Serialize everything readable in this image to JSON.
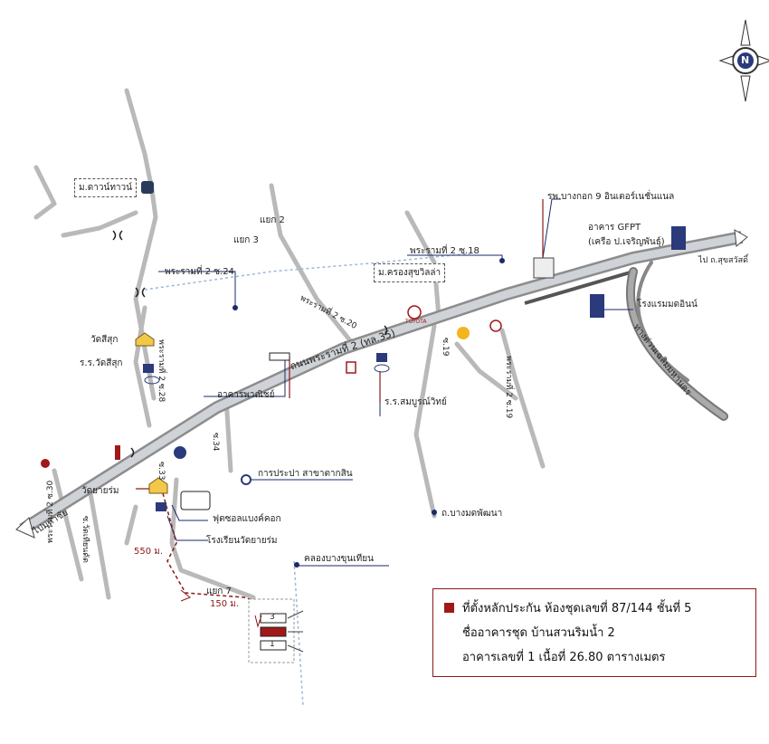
{
  "compass": {
    "letter": "N"
  },
  "roads": {
    "main": "ถนนพระรามที่ 2 (ทล.35)",
    "to_left": "ไปมหาชัย",
    "to_right": "ไป ถ.สุขสวัสดิ์",
    "expressway": "ทางด่วนเฉลิมมหานคร",
    "soi_3": "แยก 3",
    "soi_2": "แยก 2",
    "soi_7": "แยก 7",
    "soi_24": "พระรามที่ 2 ซ.24",
    "soi_18": "พระรามที่ 2 ซ.18",
    "soi_20": "พระรามที่ 2 ซ.20",
    "soi_30": "พระรามที่ 2 ซ.30",
    "soi_28_left": "พระรามที่ 2 ซ.28",
    "soi_33": "ซ.33",
    "soi_34": "ซ.34",
    "soi_19": "พระรามที่ 2 ซ.19",
    "soi_19_small": "ซ.19",
    "thianthale": "ซ.วัดเทียนดัด",
    "bangmod": "ถ.บางมดพัฒนา",
    "canal": "คลองบางขุนเทียน"
  },
  "places": {
    "village_town": "ม.ดาวน์ทาวน์",
    "village_krong": "ม.ครองสุขวิลล่า",
    "hospital": "รพ.บางกอก 9 อินเตอร์เนชั่นแนล",
    "gfpt_1": "อาคาร GFPT",
    "gfpt_2": "(เครือ ป.เจริญพันธุ์)",
    "hotel": "โรงแรมมดอินน์",
    "wat_sisuk": "วัดสีสุก",
    "school_sisuk": "ร.ร.วัดสีสุก",
    "commercial": "อาคารพาณิชย์",
    "school_sombun": "ร.ร.สมบูรณ์วิทย์",
    "water": "การประปา สาขาตากสิน",
    "wat_yairom": "วัดยายร่ม",
    "futsal": "ฟุตซอลแบงค์คอก",
    "school_yairom": "โรงเรียนวัดยายร่ม",
    "toyota": "TOYOTA"
  },
  "distances": {
    "d1": "550 ม.",
    "d2": "150 ม."
  },
  "buildings": {
    "b3": "3",
    "b1": "1"
  },
  "legend": {
    "line1": "ที่ตั้งหลักประกัน ห้องชุดเลขที่ 87/144 ชั้นที่ 5",
    "line2": "ชื่ออาคารชุด บ้านสวนริมน้ำ 2",
    "line3": "อาคารเลขที่ 1 เนื้อที่ 26.80 ตารางเมตร"
  },
  "colors": {
    "road": "#8a8a8a",
    "road_light": "#cfd8e3",
    "accent": "#8a1a1a",
    "pointer": "#1a2a6a"
  }
}
